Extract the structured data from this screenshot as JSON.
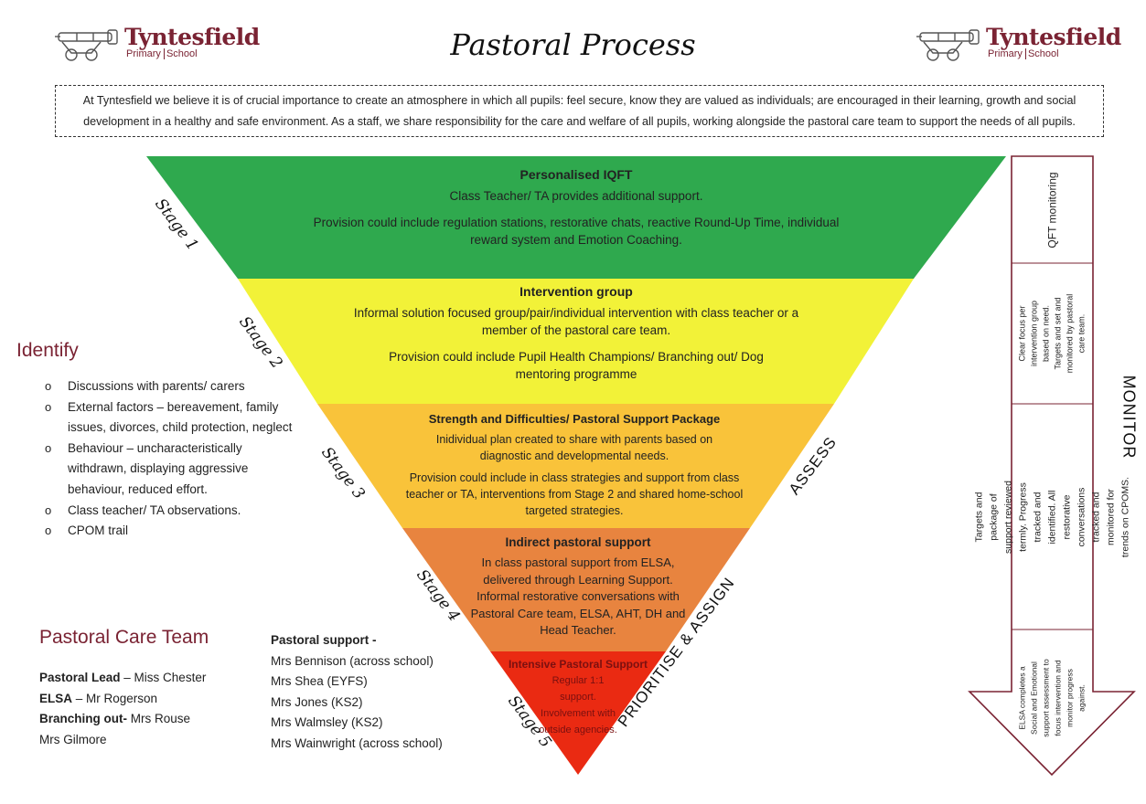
{
  "logo": {
    "name": "Tyntesfield",
    "sub_left": "Primary",
    "sub_right": "School"
  },
  "title": "Pastoral Process",
  "intro": "At Tyntesfield we believe it is of crucial importance to create an atmosphere in which all pupils: feel secure, know they are valued as individuals; are encouraged in their learning, growth and social development in a healthy and safe environment. As a staff, we share responsibility for the care and welfare of all pupils, working alongside the pastoral care team to support the needs of all pupils.",
  "tiers": [
    {
      "heading": "Personalised IQFT",
      "text1": "Class Teacher/ TA provides additional support.",
      "text2": "Provision could include regulation stations, restorative chats, reactive Round-Up Time, individual reward system and Emotion Coaching.",
      "color": "#2fa94e",
      "stage": "Stage 1"
    },
    {
      "heading": "Intervention group",
      "text1": "Informal solution focused group/pair/individual intervention with class teacher or a member of the pastoral care team.",
      "text2": "Provision could include Pupil Health Champions/ Branching out/ Dog mentoring programme",
      "color": "#f2f238",
      "stage": "Stage 2"
    },
    {
      "heading": "Strength and Difficulties/ Pastoral Support Package",
      "text1": "Inidividual plan created to share with parents based on diagnostic and developmental needs.",
      "text2": "Provision could include in class strategies and support from class teacher or TA, interventions from Stage 2 and shared home-school targeted strategies.",
      "color": "#f9c33a",
      "stage": "Stage 3"
    },
    {
      "heading": "Indirect pastoral support",
      "text1": "In class pastoral support from ELSA, delivered through Learning Support. Informal restorative conversations with Pastoral Care team, ELSA, AHT, DH and Head Teacher.",
      "text2": "",
      "color": "#e8843f",
      "stage": "Stage 4"
    },
    {
      "heading": "Intensive Pastoral Support",
      "text1": "Regular 1:1 support. Involvement with outside agencies.",
      "text2": "",
      "color": "#ea2a12",
      "stage": "Stage 5"
    }
  ],
  "side_labels": {
    "assess": "ASSESS",
    "prioritise": "PRIORITISE & ASSIGN"
  },
  "identify": {
    "title": "Identify",
    "items": [
      "Discussions with parents/ carers",
      "External factors – bereavement, family issues, divorces, child protection, neglect",
      "Behaviour – uncharacteristically withdrawn, displaying aggressive behaviour, reduced effort.",
      "Class teacher/ TA observations.",
      "CPOM trail"
    ]
  },
  "team": {
    "title": "Pastoral Care Team",
    "lead_label": "Pastoral Lead",
    "lead_name": " – Miss Chester",
    "elsa_label": "ELSA",
    "elsa_name": " – Mr Rogerson",
    "branching_label": "Branching out-",
    "branching_name": " Mrs Rouse",
    "extra": "Mrs Gilmore",
    "support_heading": "Pastoral support -",
    "support_members": [
      "Mrs Bennison (across school)",
      "Mrs Shea (EYFS)",
      "Mrs Jones (KS2)",
      "Mrs Walmsley (KS2)",
      "Mrs Wainwright (across school)"
    ]
  },
  "monitor": {
    "label": "MONITOR",
    "segments": [
      "QFT monitoring",
      "Clear focus per intervention group based on need. Targets and set and monitored by pastoral care team.",
      "Targets and package of support reviewed termly. Progress tracked and identified. All restorative conversations tracked and monitored for trends on CPOMS.",
      "ELSA completes a Social and Emotional support assessment to focus intervention and monitor progress against."
    ]
  }
}
